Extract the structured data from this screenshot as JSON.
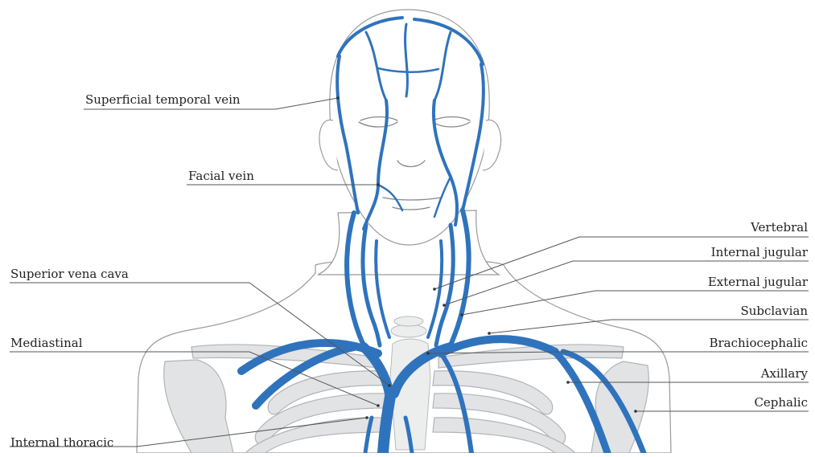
{
  "diagram": {
    "title": "",
    "colors": {
      "vein": "#2f73bd",
      "vein_dark": "#1f5a9c",
      "bone": "#e2e3e5",
      "outline": "#9a9a9a",
      "label_text": "#222222",
      "leader_line": "#555555"
    },
    "labels": {
      "superficial_temporal_vein": "Superficial temporal vein",
      "facial_vein": "Facial vein",
      "superior_vena_cava": "Superior vena cava",
      "mediastinal": "Mediastinal",
      "internal_thoracic": "Internal thoracic",
      "vertebral": "Vertebral",
      "internal_jugular": "Internal jugular",
      "external_jugular": "External jugular",
      "subclavian": "Subclavian",
      "brachiocephalic": "Brachiocephalic",
      "axillary": "Axillary",
      "cephalic": "Cephalic"
    }
  }
}
